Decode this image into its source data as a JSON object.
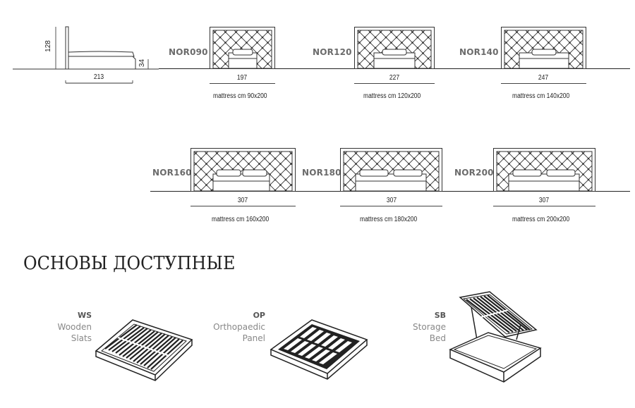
{
  "side_view": {
    "height_label": "128",
    "leg_label": "34",
    "length_label": "213"
  },
  "models": [
    {
      "code": "NOR090",
      "width": "197",
      "mattress": "mattress cm 90x200"
    },
    {
      "code": "NOR120",
      "width": "227",
      "mattress": "mattress cm 120x200"
    },
    {
      "code": "NOR140",
      "width": "247",
      "mattress": "mattress cm 140x200"
    },
    {
      "code": "NOR160",
      "width": "307",
      "mattress": "mattress cm 160x200"
    },
    {
      "code": "NOR180",
      "width": "307",
      "mattress": "mattress cm 180x200"
    },
    {
      "code": "NOR200",
      "width": "307",
      "mattress": "mattress cm 200x200"
    }
  ],
  "bases_title": "ОСНОВЫ ДОСТУПНЫЕ",
  "bases": [
    {
      "code": "WS",
      "line1": "Wooden",
      "line2": "Slats",
      "icon": "wooden-slats-base-icon"
    },
    {
      "code": "OP",
      "line1": "Orthopaedic",
      "line2": "Panel",
      "icon": "orthopaedic-panel-base-icon"
    },
    {
      "code": "SB",
      "line1": "Storage",
      "line2": "Bed",
      "icon": "storage-bed-base-icon"
    }
  ]
}
